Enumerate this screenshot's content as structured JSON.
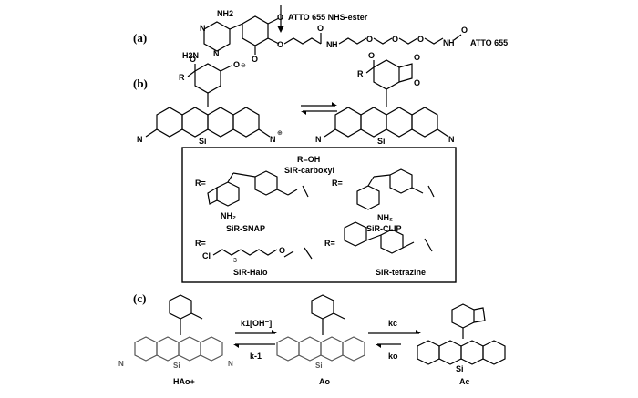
{
  "panel_a": {
    "label": "(a)",
    "arrow_text": "ATTO 655 NHS-ester",
    "end_label": "ATTO 655",
    "atoms": {
      "nh2_top": "NH2",
      "nh2_left": "H2N",
      "n1": "N",
      "n2": "N",
      "o1": "O",
      "o2": "O",
      "o3": "O",
      "o_carbonyl": "O",
      "nh1": "N",
      "h1": "H",
      "o_peg1": "O",
      "o_peg2": "O",
      "o_peg3": "O",
      "nh2": "N",
      "h2": "H",
      "o_amide": "O"
    }
  },
  "panel_b": {
    "label": "(b)",
    "r_group": "R",
    "si_left": "Si",
    "si_right": "Si",
    "n_plus": "N",
    "o_minus": "O",
    "box": {
      "r_oh": "R=OH",
      "carboxyl": "SiR-carboxyl",
      "snap": "SiR-SNAP",
      "clip": "SiR-CLIP",
      "halo": "SiR-Halo",
      "tetrazine": "SiR-tetrazine",
      "r_eq": "R="
    }
  },
  "panel_c": {
    "label": "(c)",
    "k1": "k1[OH⁻]",
    "k_minus1": "k-1",
    "kc": "kc",
    "ko": "ko",
    "ha": "HAo+",
    "ao": "Ao",
    "ac": "Ac"
  }
}
